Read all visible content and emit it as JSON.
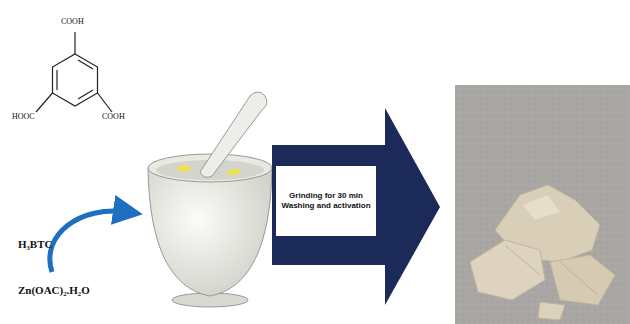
{
  "diagram": {
    "nodes": [
      {
        "text": [
          "Grinding for 30 min Washing and activation"
        ]
      }
    ],
    "labels": [
      "COOH",
      "HOOC",
      "COOH",
      "H₃BTC",
      "Zn(OAC)₂.H₂O"
    ]
  }
}
